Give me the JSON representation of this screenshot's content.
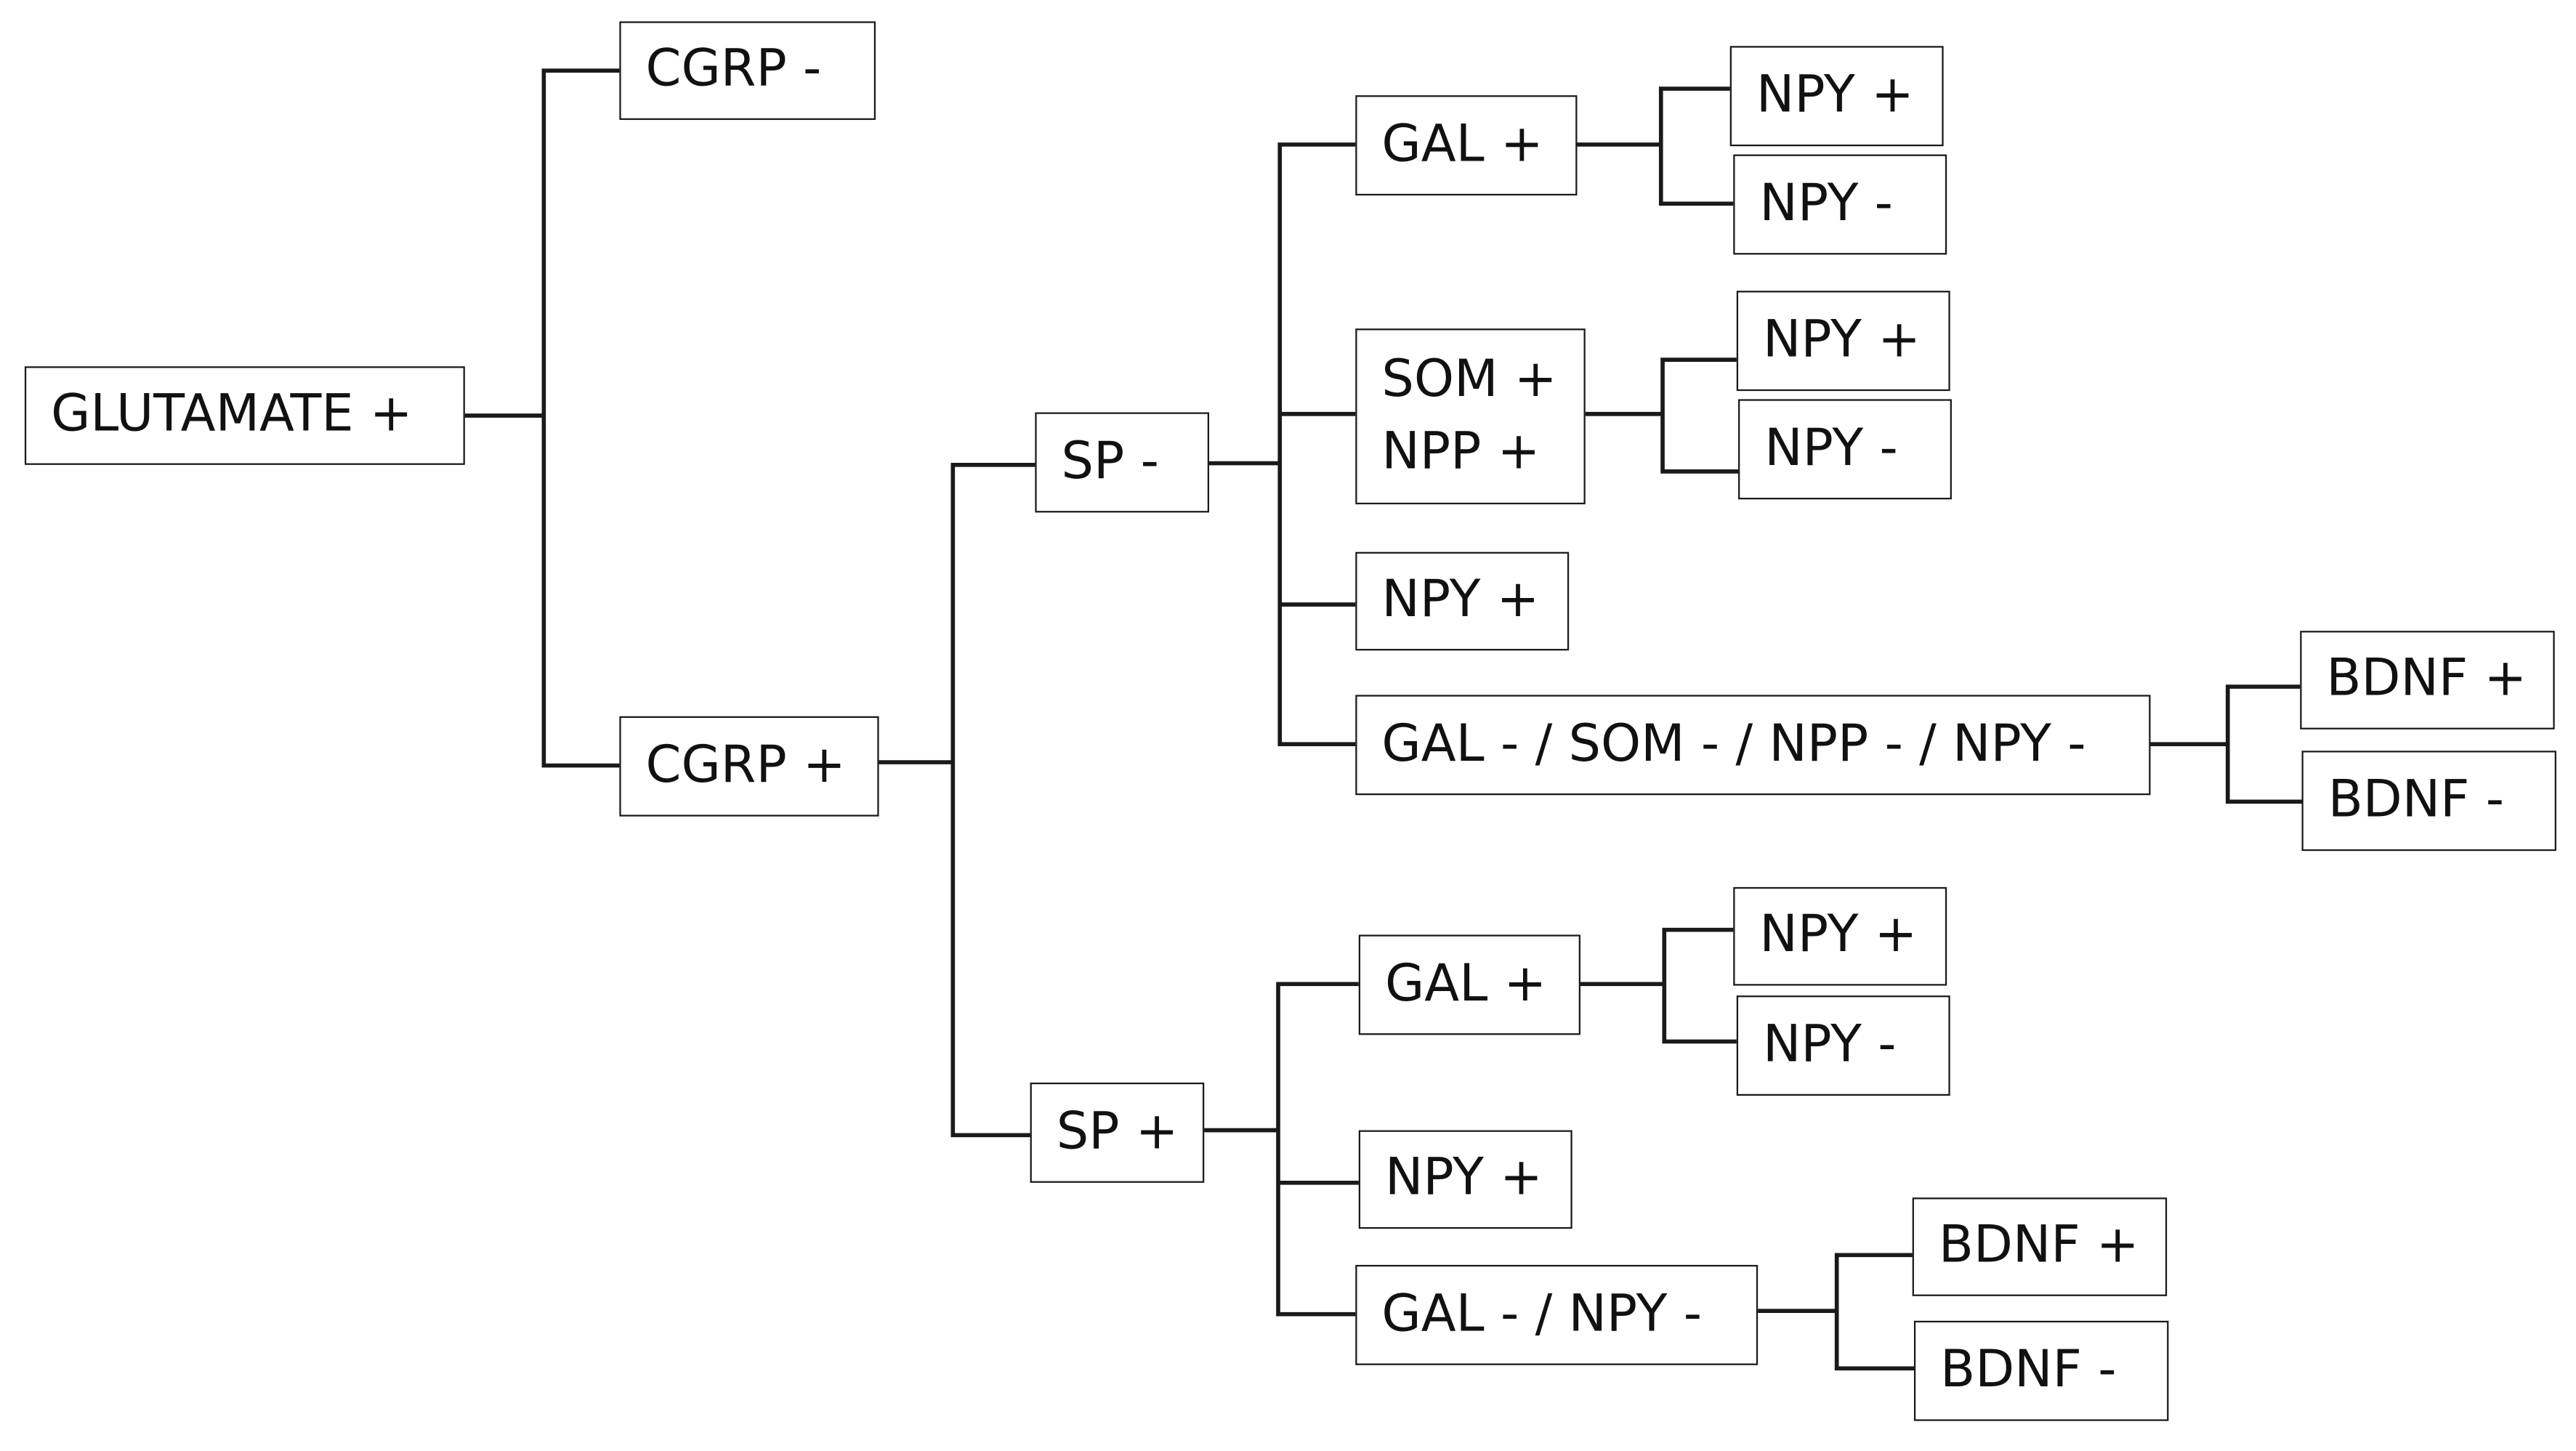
{
  "colors": {
    "line": "#1a1a1a",
    "text": "#111111",
    "background": "#ffffff"
  },
  "nodes": {
    "glutamate_pos": "GLUTAMATE +",
    "cgrp_neg": "CGRP -",
    "cgrp_pos": "CGRP +",
    "sp_neg": "SP -",
    "sp_pos": "SP +",
    "spneg_gal_pos": "GAL +",
    "spneg_gal_pos_npy_pos": "NPY +",
    "spneg_gal_pos_npy_neg": "NPY -",
    "spneg_som_npp_line1": "SOM +",
    "spneg_som_npp_line2": "NPP +",
    "spneg_som_npp_npy_pos": "NPY +",
    "spneg_som_npp_npy_neg": "NPY -",
    "spneg_npy_pos": "NPY +",
    "spneg_all_neg": "GAL - / SOM - / NPP - / NPY -",
    "spneg_all_neg_bdnf_pos": "BDNF +",
    "spneg_all_neg_bdnf_neg": "BDNF -",
    "sppos_gal_pos": "GAL +",
    "sppos_gal_pos_npy_pos": "NPY +",
    "sppos_gal_pos_npy_neg": "NPY -",
    "sppos_npy_pos": "NPY +",
    "sppos_gal_npy_neg": "GAL - / NPY -",
    "sppos_gal_npy_neg_bdnf_pos": "BDNF +",
    "sppos_gal_npy_neg_bdnf_neg": "BDNF -"
  }
}
